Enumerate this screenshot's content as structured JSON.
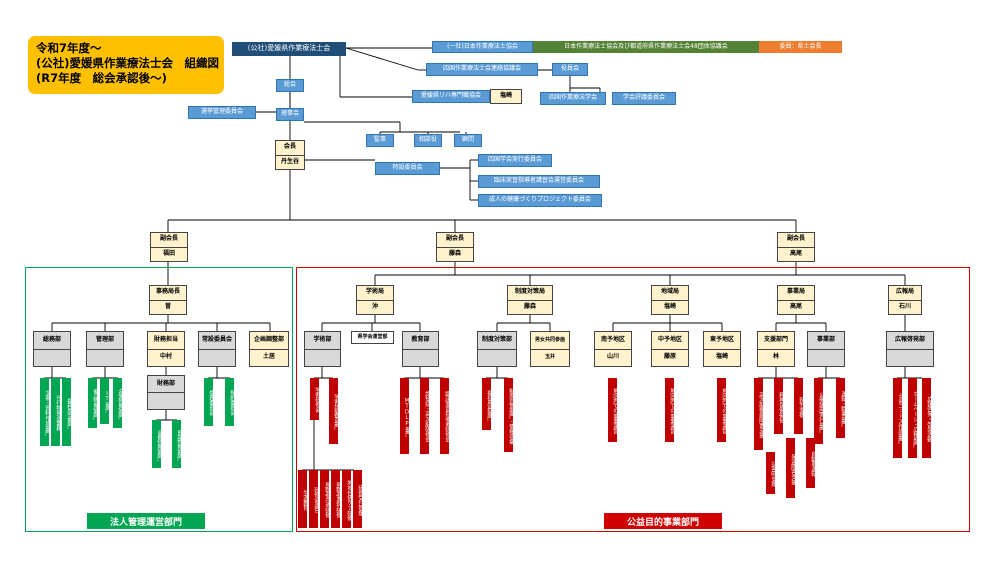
{
  "title": {
    "line1": "令和7年度～",
    "line2": "(公社)愛媛県作業療法士会　組織図",
    "line3": "(R7年度　総会承認後～)"
  },
  "top": {
    "association": "(公社)愛媛県作業療法士会",
    "general_meeting": "総会",
    "board": "理事会",
    "election_committee": "選挙管理委員会",
    "jaot": "(一社)日本作業療法士協会",
    "prefectural_council": "日本作業療法士協会及び都道府県作業療法士会48団体協議会",
    "member_label": "委員：県士会長",
    "shikoku_liaison": "四国作業療法士会連絡協議会",
    "officers": "役員会",
    "shikoku_congress": "四国作業療法学会",
    "review_committee": "学会評議委員会",
    "rehab_council": "愛媛県リハ専門職協会",
    "rehab_person": "塩崎",
    "auditor": "監事",
    "advisor": "相談役",
    "counselor": "顧問"
  },
  "president": {
    "title": "会長",
    "name": "丹生谷"
  },
  "special": {
    "label": "特設委員会",
    "items": [
      "四国学会実行委員会",
      "臨床実習指導者講習会運営委員会",
      "成人の健康づくりプロジェクト委員会"
    ]
  },
  "vice": [
    {
      "title": "副会長",
      "name": "福田"
    },
    {
      "title": "副会長",
      "name": "藤森"
    },
    {
      "title": "副会長",
      "name": "高尾"
    }
  ],
  "corporate": {
    "label": "法人管理運営部門",
    "secretariat": {
      "title": "事務局長",
      "name": "曽"
    },
    "general_affairs": "総務部",
    "management": "管理部",
    "finance_head": {
      "title": "財務担当",
      "name": "中村"
    },
    "finance_dept": "財務部",
    "standing": "常設委員会",
    "planning": {
      "title": "企画調整部",
      "name": "土居"
    },
    "items": [
      "文書・資料作成部門",
      "刊行物発送業務",
      "福利厚生部門",
      "備品管理部門",
      "IT部門",
      "名簿管理部門",
      "会費管理部門",
      "資産管理部門",
      "倫理委員会",
      "規約委員会"
    ]
  },
  "public": {
    "label": "公益目的事業部門",
    "academic": {
      "title": "学術局",
      "name": "沖"
    },
    "academic_dept": "学術部",
    "society_office": "県学会運営部",
    "education": "教育部",
    "system": {
      "title": "制度対策局",
      "name": "藤森"
    },
    "system_dept": "制度対策部",
    "male_female": {
      "title": "男女共同参画",
      "name": "玉井"
    },
    "regional": {
      "title": "地域局",
      "name": "塩崎"
    },
    "south": {
      "title": "南予地区",
      "name": "山川"
    },
    "middle": {
      "title": "中予地区",
      "name": "藤原"
    },
    "east": {
      "title": "東予地区",
      "name": "塩崎"
    },
    "business": {
      "title": "事業局",
      "name": "高尾"
    },
    "support": {
      "title": "支援部門",
      "name": "林"
    },
    "projects": "事業部",
    "pr": {
      "title": "広報局",
      "name": "石川"
    },
    "pr_dept": "広報啓発部",
    "items": [
      "学術研修会",
      "学術誌編集部門",
      "MTDLP部門",
      "認知症・高次脳研修会",
      "臨床実習指導者研修会",
      "福祉用具部門",
      "制度対策部門・情報収集",
      "地区内での事業運営",
      "地区内での事業運営",
      "地区内での事業運営",
      "高次脳機能障害支援",
      "精神保健福祉",
      "就労支援",
      "発達障害支援",
      "災害時支援",
      "自動車運転",
      "公開講座実行部門",
      "運転・職業部門",
      "士会ニュース作成部門",
      "ホームページ・広報部門",
      "広報啓発・啓発活動",
      "生涯教育",
      "研修会運営",
      "現職者共通研修",
      "現職者選択研修",
      "地域包括ケア研修",
      "研修受付管理"
    ]
  }
}
